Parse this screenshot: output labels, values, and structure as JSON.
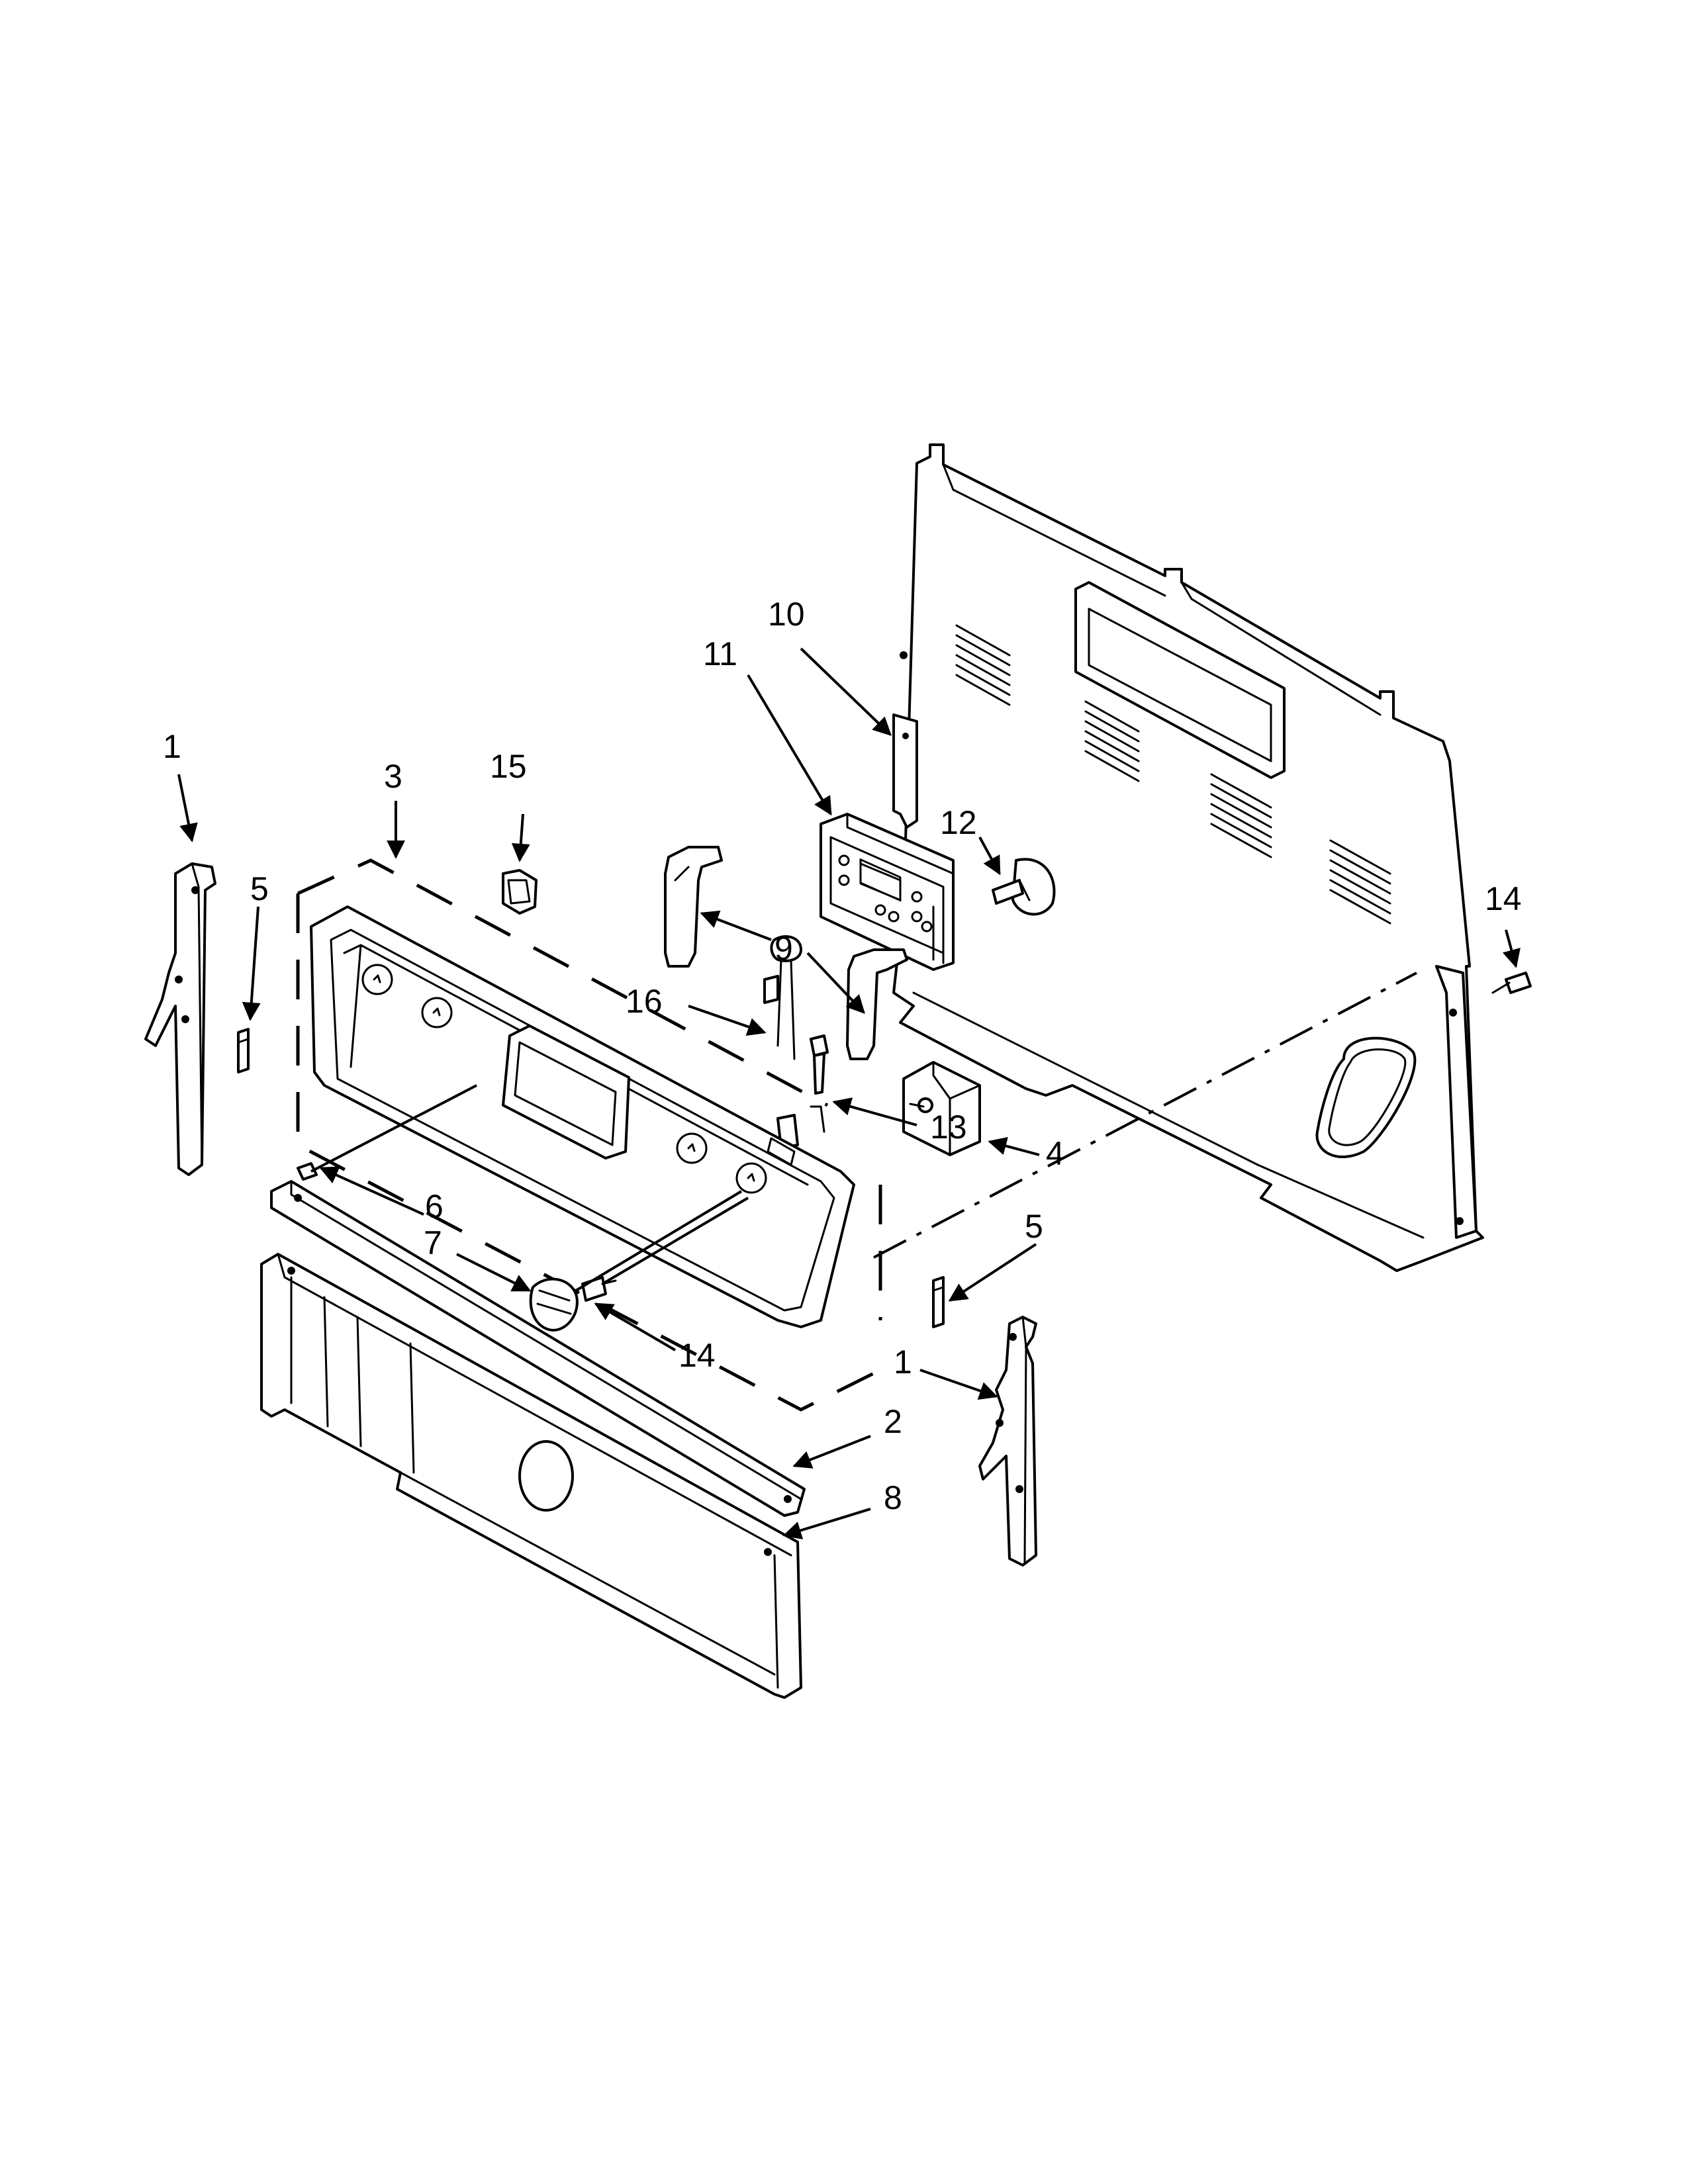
{
  "callouts": [
    {
      "id": "c1a",
      "text": "1"
    },
    {
      "id": "c1b",
      "text": "1"
    },
    {
      "id": "c2",
      "text": "2"
    },
    {
      "id": "c3",
      "text": "3"
    },
    {
      "id": "c4",
      "text": "4"
    },
    {
      "id": "c5a",
      "text": "5"
    },
    {
      "id": "c5b",
      "text": "5"
    },
    {
      "id": "c6",
      "text": "6"
    },
    {
      "id": "c7",
      "text": "7"
    },
    {
      "id": "c8",
      "text": "8"
    },
    {
      "id": "c9",
      "text": "9"
    },
    {
      "id": "c10",
      "text": "10"
    },
    {
      "id": "c11",
      "text": "11"
    },
    {
      "id": "c12",
      "text": "12"
    },
    {
      "id": "c13",
      "text": "13"
    },
    {
      "id": "c14a",
      "text": "14"
    },
    {
      "id": "c14b",
      "text": "14"
    },
    {
      "id": "c15",
      "text": "15"
    },
    {
      "id": "c16",
      "text": "16"
    }
  ]
}
